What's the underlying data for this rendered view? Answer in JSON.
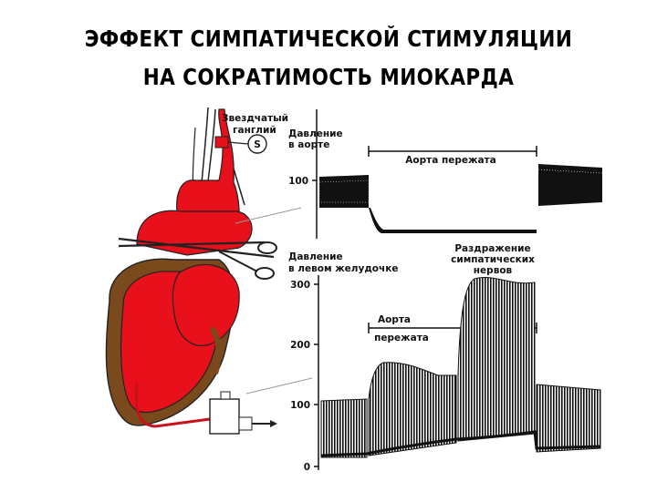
{
  "title": {
    "line1": "ЭФФЕКТ  СИМПАТИЧЕСКОЙ  СТИМУЛЯЦИИ",
    "line2": "НА  СОКРАТИМОСТЬ МИОКАРДА"
  },
  "diagram": {
    "ganglion_label_1": "Звездчатый",
    "ganglion_label_2": "ганглий",
    "stimulator_symbol": "S"
  },
  "aortic_trace": {
    "label_1": "Давление",
    "label_2": "в аорте",
    "tick_100": "100",
    "bracket_label": "Аорта пережата"
  },
  "ventricular_trace": {
    "label_1": "Давление",
    "label_2": "в левом желудочке",
    "tick_300": "300",
    "tick_200": "200",
    "tick_100": "100",
    "tick_0": "0",
    "clamp_label_1": "Аорта",
    "clamp_label_2": "пережата",
    "stim_label_1": "Раздражение",
    "stim_label_2": "симпатических",
    "stim_label_3": "нервов"
  },
  "colors": {
    "myocardium_red": "#e8101a",
    "epicardial_fat": "#7a4a1c",
    "trace": "#111111"
  }
}
